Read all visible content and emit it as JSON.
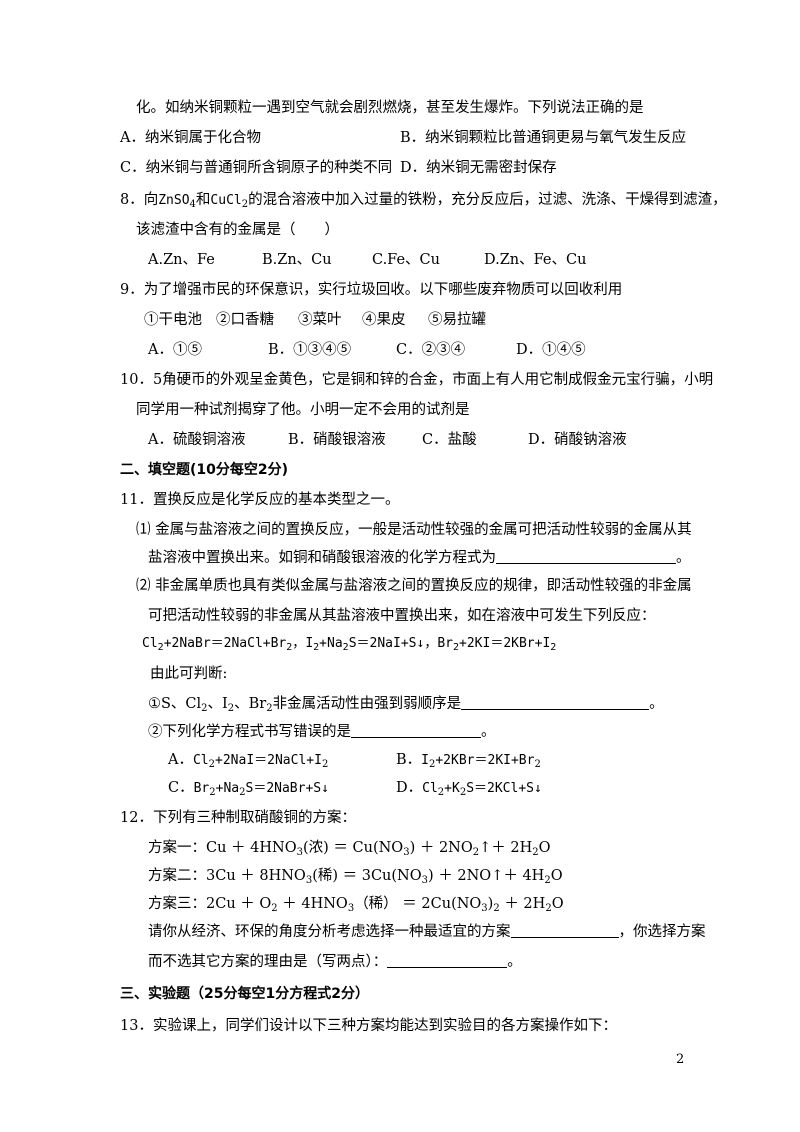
{
  "q7": {
    "cont": "化。如纳米铜颗粒一遇到空气就会剧烈燃烧，甚至发生爆炸。下列说法正确的是",
    "a": "A．纳米铜属于化合物",
    "b": "B．纳米铜颗粒比普通铜更易与氧气发生反应",
    "c": "C．纳米铜与普通铜所含铜原子的种类不同",
    "d": "D．纳米铜无需密封保存"
  },
  "q8": {
    "p1": "8．向",
    "f1a": "ZnSO",
    "f1s": "4",
    "and": "和",
    "f2a": "CuCl",
    "f2s": "2",
    "p2": "的混合溶液中加入过量的铁粉，充分反应后，过滤、洗涤、干燥得到滤渣，",
    "line2": "该滤渣中含有的金属是（　　）",
    "a": "A.Zn、Fe",
    "b": "B.Zn、Cu",
    "c": "C.Fe、Cu",
    "d": "D.Zn、Fe、Cu"
  },
  "q9": {
    "stem": "9．为了增强市民的环保意识，实行垃圾回收。以下哪些废弃物质可以回收利用",
    "items": [
      "①干电池",
      "②口香糖",
      "③菜叶",
      "④果皮",
      "⑤易拉罐"
    ],
    "a": "A．①⑤",
    "b": "B．①③④⑤",
    "c": "C．②③④",
    "d": "D．①④⑤"
  },
  "q10": {
    "l1": "10．5角硬币的外观呈金黄色，它是铜和锌的合金，市面上有人用它制成假金元宝行骗，小明",
    "l2": "同学用一种试剂揭穿了他。小明一定不会用的试剂是",
    "a": "A．硫酸铜溶液",
    "b": "B．硝酸银溶液",
    "c": "C．盐酸",
    "d": "D．硝酸钠溶液"
  },
  "sec2": {
    "title": "二、填空题(10分每空2分)"
  },
  "q11": {
    "stem": "11．置换反应是化学反应的基本类型之一。",
    "p1l1": "⑴ 金属与盐溶液之间的置换反应，一般是活动性较强的金属可把活动性较弱的金属从其",
    "p1l2": "盐溶液中置换出来。如铜和硝酸银溶液的化学方程式为",
    "p1end": "。",
    "p2l1": "⑵ 非金属单质也具有类似金属与盐溶液之间的置换反应的规律，即活动性较强的非金属",
    "p2l2": "可把活动性较弱的非金属从其盐溶液中置换出来，如在溶液中可发生下列反应：",
    "rx": {
      "r1": [
        "Cl",
        "2",
        "+2NaBr＝2NaCl+Br",
        "2"
      ],
      "sep": "，",
      "r2": [
        "I",
        "2",
        "+Na",
        "2",
        "S＝2NaI+S↓"
      ],
      "r3": [
        "Br",
        "2",
        "+2KI＝2KBr+I",
        "2"
      ]
    },
    "judge": "由此可判断:",
    "s1a": "①S、Cl",
    "s1b": "、I",
    "s1c": "、Br",
    "s1d": "非金属活动性由强到弱顺序是",
    "s1e": "。",
    "sub2": "2",
    "s2": "②下列化学方程式书写错误的是",
    "s2e": "。",
    "optA": [
      "A．",
      "Cl",
      "2",
      "+2NaI＝2NaCl+I",
      "2"
    ],
    "optB": [
      "B．",
      "I",
      "2",
      "+2KBr＝2KI+Br",
      "2"
    ],
    "optC": [
      "C．",
      "Br",
      "2",
      "+Na",
      "2",
      "S＝2NaBr+S↓"
    ],
    "optD": [
      "D．",
      "Cl",
      "2",
      "+K",
      "2",
      "S＝2KCl+S↓"
    ]
  },
  "q12": {
    "stem": "12．下列有三种制取硝酸铜的方案：",
    "p1": "方案一：Cu ＋ 4HNO",
    "p1b": "(浓) ＝ Cu(NO",
    "p1c": ") ＋ 2NO",
    "p1d": "↑＋ 2H",
    "p1e": "O",
    "p2": "方案二：3Cu ＋ 8HNO",
    "p2b": "(稀) ＝ 3Cu(NO",
    "p2c": ") ＋ 2NO↑＋ 4H",
    "p2d": "O",
    "p3": "方案三：2Cu ＋ O",
    "p3b": " ＋ 4HNO",
    "p3c": "（稀） ＝ 2Cu(NO",
    "p3d": ")",
    "p3e": " ＋ 2H",
    "p3f": "O",
    "s3": "3",
    "s2": "2",
    "l1": "请你从经济、环保的角度分析考虑选择一种最适宜的方案",
    "l1b": "，你选择方案",
    "l2": "而不选其它方案的理由是（写两点）：",
    "l2b": "。"
  },
  "sec3": {
    "title": "三、实验题（25分每空1分方程式2分）"
  },
  "q13": {
    "stem": "13．实验课上，同学们设计以下三种方案均能达到实验目的各方案操作如下："
  },
  "page": {
    "number": "2"
  }
}
